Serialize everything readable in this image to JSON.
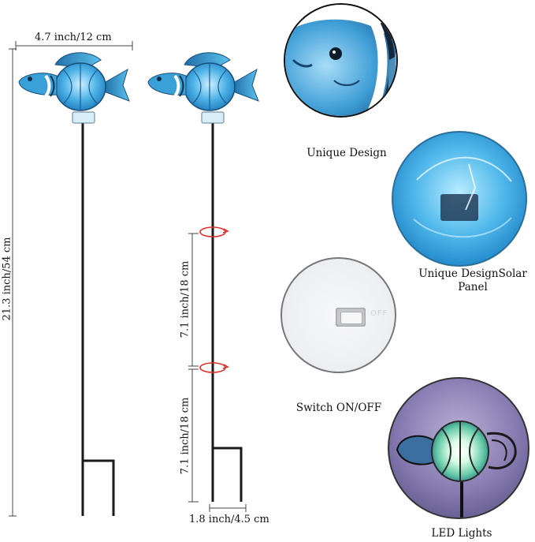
{
  "dimensions": {
    "width": "4.7 inch/12 cm",
    "height": "21.3 inch/54 cm",
    "upper_segment": "7.1 inch/18 cm",
    "lower_segment": "7.1 inch/18 cm",
    "base_width": "1.8 inch/4.5 cm"
  },
  "features": [
    {
      "caption": "Unique Design"
    },
    {
      "caption_line1": "Unique DesignSolar",
      "caption_line2": "Panel"
    },
    {
      "caption": "Switch ON/OFF",
      "switch_text": "OFF"
    },
    {
      "caption": "LED Lights"
    }
  ],
  "colors": {
    "fish_blue": "#3aa0d8",
    "fish_dark": "#1f6fa8",
    "stake": "#1a1a1a",
    "rotate_marker": "#e0312a",
    "led_glow": "#d8fbe6"
  }
}
